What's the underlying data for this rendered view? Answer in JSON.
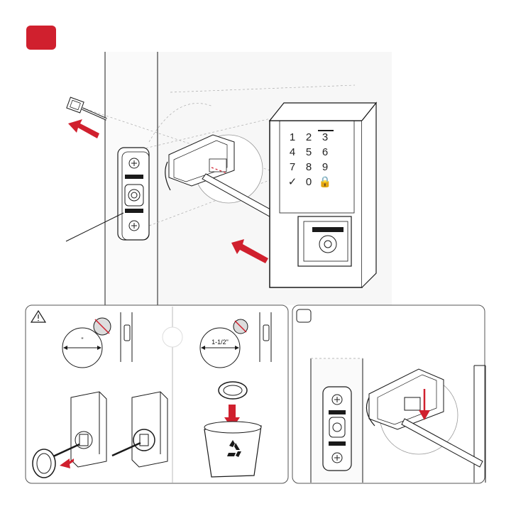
{
  "header": {
    "step_badge_color": "#d0202e"
  },
  "colors": {
    "accent_red": "#d0202e",
    "line": "#1a1a1a",
    "panel_border": "#555555",
    "door_fill": "#f4f4f4"
  },
  "main_figure": {
    "keypad_keys": [
      "1",
      "2",
      "3",
      "4",
      "5",
      "6",
      "7",
      "8",
      "9",
      "✓",
      "0",
      "🔒"
    ],
    "icons": [
      "cable-connector-icon",
      "interior-plate-icon",
      "touchscreen-keypad-icon",
      "lock-icon"
    ]
  },
  "warning_panel": {
    "icon": "warning-triangle-icon",
    "left_measure_label": "\"",
    "right_measure_label": "1-1/2\"",
    "recycle_icon": "recycle-icon"
  },
  "right_panel": {
    "badge_label": ""
  }
}
